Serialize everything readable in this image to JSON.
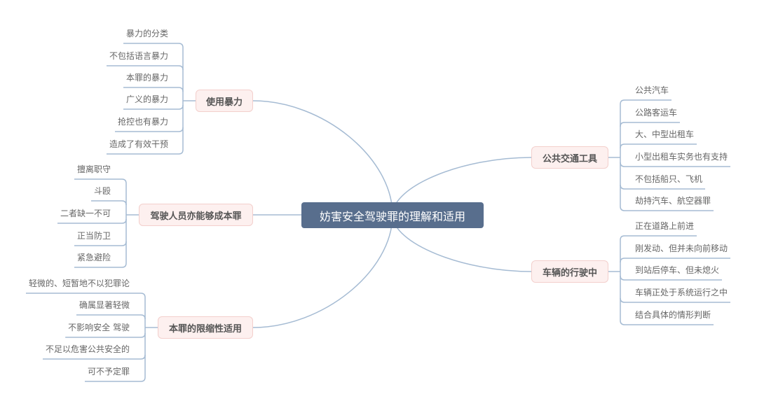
{
  "center": "妨害安全驾驶罪的理解和适用",
  "branches": [
    {
      "label": "使用暴力",
      "leaves": [
        "暴力的分类",
        "不包括语言暴力",
        "本罪的暴力",
        "广义的暴力",
        "抢控也有暴力",
        "造成了有效干预"
      ]
    },
    {
      "label": "驾驶人员亦能够成本罪",
      "leaves": [
        "擅离职守",
        "斗殴",
        "二者缺一不可",
        "正当防卫",
        "紧急避险"
      ]
    },
    {
      "label": "本罪的限缩性适用",
      "leaves": [
        "轻微的、短暂地不以犯罪论",
        "确属显著轻微",
        "不影响安全 驾驶",
        "不足以危害公共安全的",
        "可不予定罪"
      ]
    },
    {
      "label": "公共交通工具",
      "leaves": [
        "公共汽车",
        "公路客运车",
        "大、中型出租车",
        "小型出租车实务也有支持",
        "不包括船只、飞机",
        "劫持汽车、航空器罪"
      ]
    },
    {
      "label": "车辆的行驶中",
      "leaves": [
        "正在道路上前进",
        "刚发动、但并未向前移动",
        "到站后停车、但未熄火",
        "车辆正处于系统运行之中",
        "结合具体的情形判断"
      ]
    }
  ],
  "colors": {
    "center": "#586e8d",
    "line": "#a5bbd3",
    "branch_bg": "#fdf0ef"
  }
}
